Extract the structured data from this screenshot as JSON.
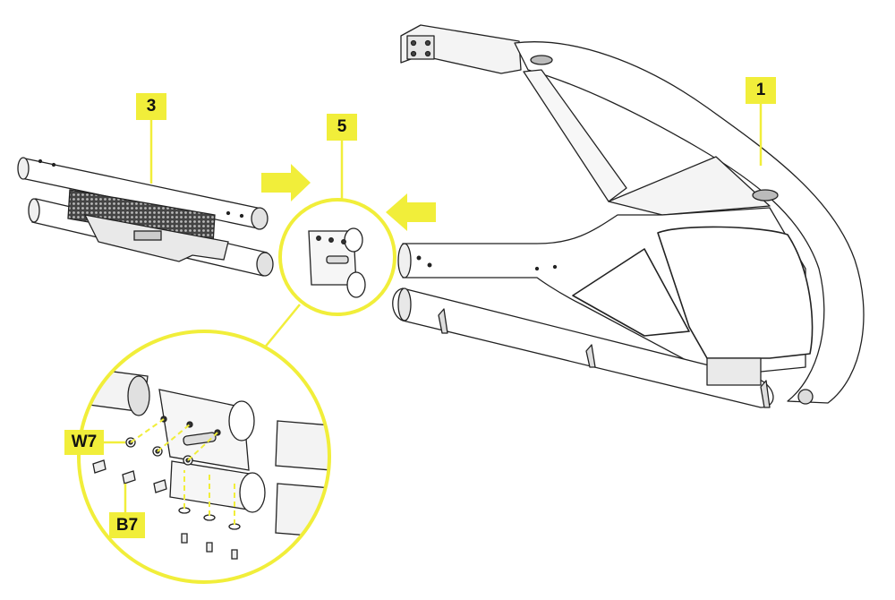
{
  "callouts": {
    "part_1": "1",
    "part_3": "3",
    "part_5": "5",
    "washer": "W7",
    "bolt": "B7"
  },
  "colors": {
    "accent": "#f1ee3a",
    "outline": "#222222",
    "shade": "#d9d9d9"
  }
}
